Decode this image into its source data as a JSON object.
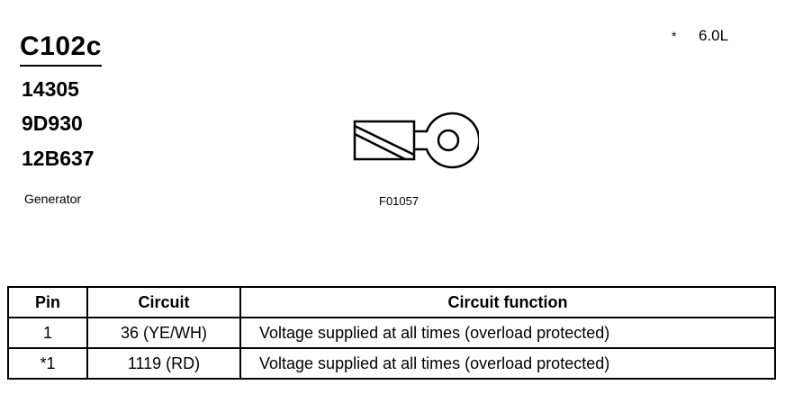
{
  "connector": {
    "id": "C102c",
    "part_numbers": [
      "14305",
      "9D930",
      "12B637"
    ],
    "component": "Generator",
    "figure_ref": "F01057"
  },
  "engine_note": {
    "marker": "*",
    "text": "6.0L"
  },
  "pin_table": {
    "headers": [
      "Pin",
      "Circuit",
      "Circuit function"
    ],
    "rows": [
      {
        "pin": "1",
        "circuit": "36 (YE/WH)",
        "function": "Voltage supplied at all times (overload protected)"
      },
      {
        "pin": "*1",
        "circuit": "1119 (RD)",
        "function": "Voltage supplied at all times (overload protected)"
      }
    ]
  },
  "icons": {
    "terminal": "ring-terminal-icon"
  }
}
